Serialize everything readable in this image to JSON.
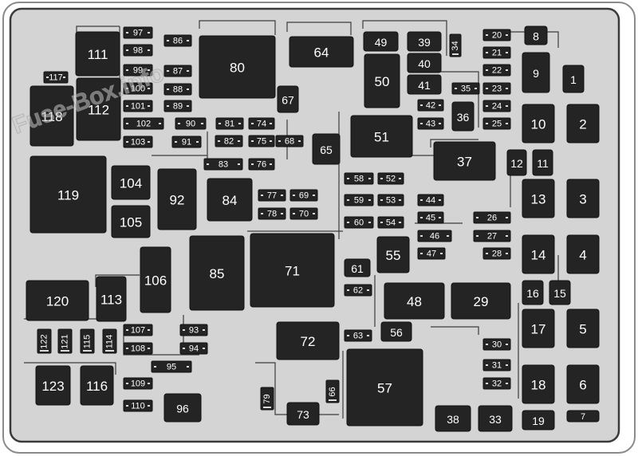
{
  "watermark": "Fuse-Box.info",
  "relays": [
    {
      "id": "1",
      "label": "1"
    },
    {
      "id": "2",
      "label": "2"
    },
    {
      "id": "3",
      "label": "3"
    },
    {
      "id": "4",
      "label": "4"
    },
    {
      "id": "5",
      "label": "5"
    },
    {
      "id": "6",
      "label": "6"
    },
    {
      "id": "7",
      "label": "7"
    },
    {
      "id": "8",
      "label": "8"
    },
    {
      "id": "9",
      "label": "9"
    },
    {
      "id": "10",
      "label": "10"
    },
    {
      "id": "11",
      "label": "11"
    },
    {
      "id": "12",
      "label": "12"
    },
    {
      "id": "13",
      "label": "13"
    },
    {
      "id": "14",
      "label": "14"
    },
    {
      "id": "15",
      "label": "15"
    },
    {
      "id": "16",
      "label": "16"
    },
    {
      "id": "17",
      "label": "17"
    },
    {
      "id": "18",
      "label": "18"
    },
    {
      "id": "19",
      "label": "19"
    },
    {
      "id": "29",
      "label": "29"
    },
    {
      "id": "33",
      "label": "33"
    },
    {
      "id": "36",
      "label": "36"
    },
    {
      "id": "37",
      "label": "37"
    },
    {
      "id": "38",
      "label": "38"
    },
    {
      "id": "39",
      "label": "39"
    },
    {
      "id": "40",
      "label": "40"
    },
    {
      "id": "41",
      "label": "41"
    },
    {
      "id": "48",
      "label": "48"
    },
    {
      "id": "49",
      "label": "49"
    },
    {
      "id": "50",
      "label": "50"
    },
    {
      "id": "51",
      "label": "51"
    },
    {
      "id": "55",
      "label": "55"
    },
    {
      "id": "56",
      "label": "56"
    },
    {
      "id": "57",
      "label": "57"
    },
    {
      "id": "61",
      "label": "61"
    },
    {
      "id": "64",
      "label": "64"
    },
    {
      "id": "65",
      "label": "65"
    },
    {
      "id": "67",
      "label": "67"
    },
    {
      "id": "71",
      "label": "71"
    },
    {
      "id": "72",
      "label": "72"
    },
    {
      "id": "73",
      "label": "73"
    },
    {
      "id": "80",
      "label": "80"
    },
    {
      "id": "84",
      "label": "84"
    },
    {
      "id": "85",
      "label": "85"
    },
    {
      "id": "92",
      "label": "92"
    },
    {
      "id": "96",
      "label": "96"
    },
    {
      "id": "104",
      "label": "104"
    },
    {
      "id": "105",
      "label": "105"
    },
    {
      "id": "106",
      "label": "106"
    },
    {
      "id": "111",
      "label": "111"
    },
    {
      "id": "112",
      "label": "112"
    },
    {
      "id": "113",
      "label": "113"
    },
    {
      "id": "116",
      "label": "116"
    },
    {
      "id": "118",
      "label": "118"
    },
    {
      "id": "119",
      "label": "119"
    },
    {
      "id": "120",
      "label": "120"
    },
    {
      "id": "123",
      "label": "123"
    }
  ],
  "fuses": [
    {
      "id": "20",
      "label": "20"
    },
    {
      "id": "21",
      "label": "21"
    },
    {
      "id": "22",
      "label": "22"
    },
    {
      "id": "23",
      "label": "23"
    },
    {
      "id": "24",
      "label": "24"
    },
    {
      "id": "25",
      "label": "25"
    },
    {
      "id": "26",
      "label": "26"
    },
    {
      "id": "27",
      "label": "27"
    },
    {
      "id": "28",
      "label": "28"
    },
    {
      "id": "30",
      "label": "30"
    },
    {
      "id": "31",
      "label": "31"
    },
    {
      "id": "32",
      "label": "32"
    },
    {
      "id": "34",
      "label": "34"
    },
    {
      "id": "35",
      "label": "35"
    },
    {
      "id": "42",
      "label": "42"
    },
    {
      "id": "43",
      "label": "43"
    },
    {
      "id": "44",
      "label": "44"
    },
    {
      "id": "45",
      "label": "45"
    },
    {
      "id": "46",
      "label": "46"
    },
    {
      "id": "47",
      "label": "47"
    },
    {
      "id": "52",
      "label": "52"
    },
    {
      "id": "53",
      "label": "53"
    },
    {
      "id": "54",
      "label": "54"
    },
    {
      "id": "58",
      "label": "58"
    },
    {
      "id": "59",
      "label": "59"
    },
    {
      "id": "60",
      "label": "60"
    },
    {
      "id": "62",
      "label": "62"
    },
    {
      "id": "63",
      "label": "63"
    },
    {
      "id": "66",
      "label": "66"
    },
    {
      "id": "68",
      "label": "68"
    },
    {
      "id": "69",
      "label": "69"
    },
    {
      "id": "70",
      "label": "70"
    },
    {
      "id": "74",
      "label": "74"
    },
    {
      "id": "75",
      "label": "75"
    },
    {
      "id": "76",
      "label": "76"
    },
    {
      "id": "77",
      "label": "77"
    },
    {
      "id": "78",
      "label": "78"
    },
    {
      "id": "79",
      "label": "79"
    },
    {
      "id": "81",
      "label": "81"
    },
    {
      "id": "82",
      "label": "82"
    },
    {
      "id": "83",
      "label": "83"
    },
    {
      "id": "86",
      "label": "86"
    },
    {
      "id": "87",
      "label": "87"
    },
    {
      "id": "88",
      "label": "88"
    },
    {
      "id": "89",
      "label": "89"
    },
    {
      "id": "90",
      "label": "90"
    },
    {
      "id": "91",
      "label": "91"
    },
    {
      "id": "93",
      "label": "93"
    },
    {
      "id": "94",
      "label": "94"
    },
    {
      "id": "95",
      "label": "95"
    },
    {
      "id": "97",
      "label": "97"
    },
    {
      "id": "98",
      "label": "98"
    },
    {
      "id": "99",
      "label": "99"
    },
    {
      "id": "100",
      "label": "100"
    },
    {
      "id": "101",
      "label": "101"
    },
    {
      "id": "102",
      "label": "102"
    },
    {
      "id": "103",
      "label": "103"
    },
    {
      "id": "107",
      "label": "107"
    },
    {
      "id": "108",
      "label": "108"
    },
    {
      "id": "109",
      "label": "109"
    },
    {
      "id": "110",
      "label": "110"
    },
    {
      "id": "114",
      "label": "114"
    },
    {
      "id": "115",
      "label": "115"
    },
    {
      "id": "117",
      "label": "117"
    },
    {
      "id": "121",
      "label": "121"
    },
    {
      "id": "122",
      "label": "122"
    }
  ]
}
